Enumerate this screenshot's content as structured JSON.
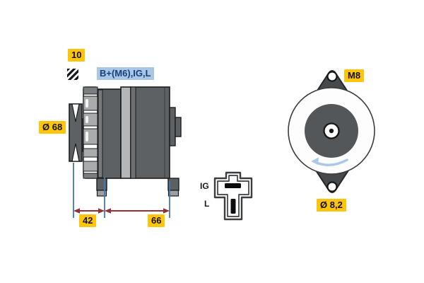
{
  "diagram": {
    "kind": "alternator-technical-drawing",
    "side_view": {
      "wrench_size_label": "10",
      "terminal_block_label": "B+(M6),IG,L",
      "pulley_diameter_label": "Ø 68",
      "dimension_pulley_to_mount": "42",
      "dimension_mount_span": "66"
    },
    "connector": {
      "pin_top_label": "IG",
      "pin_bottom_label": "L"
    },
    "front_view": {
      "thread_size_label": "M8",
      "mount_hole_diameter_label": "Ø 8,2"
    },
    "icons": {
      "hatch_pattern_icon": "diagonal-hatch",
      "rotation_arrow_icon": "counterclockwise-rotation"
    },
    "colors": {
      "label_yellow": "#FFC40C",
      "label_blue_bg": "#A9C6E7",
      "label_blue_text": "#17407B",
      "body_dark_gray": "#5E6164",
      "body_light_gray": "#B4B6B8",
      "fan_gray": "#A9ABAD",
      "dimension_red": "#943134",
      "dimension_blue": "#4679B2",
      "rotation_arrow_blue": "#A9C9E8"
    }
  }
}
